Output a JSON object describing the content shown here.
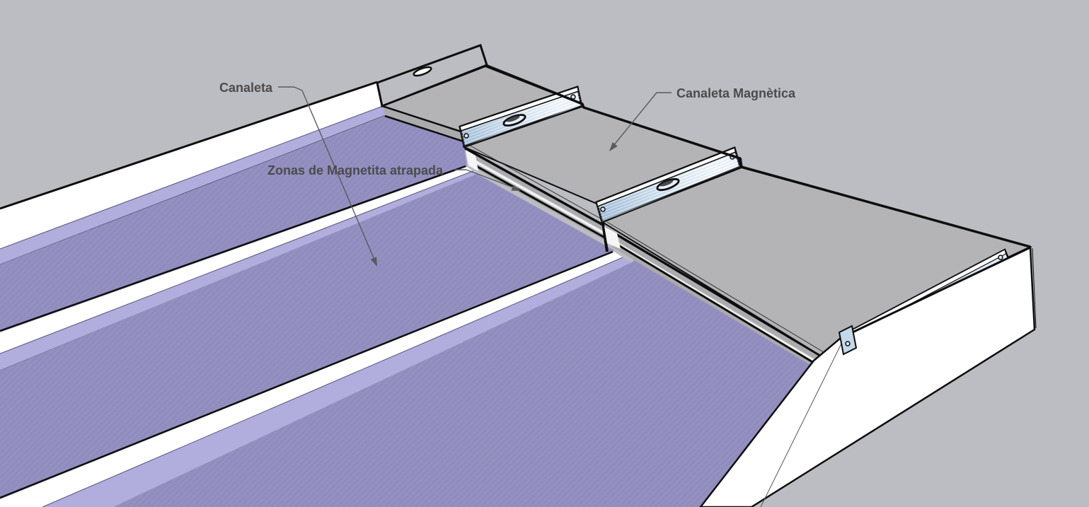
{
  "labels": {
    "canaleta": "Canaleta",
    "canaleta_magnetica": "Canaleta Magnètica",
    "zonas_magnetita": "Zonas de Magnetita atrapada"
  },
  "colors": {
    "background": "#bcbdc2",
    "channel_purple": "#908dbe",
    "channel_purple_light": "#b1aedd",
    "purple_edge": "#56537d",
    "rail_white": "#ffffff",
    "tray_gray": "#b4b4b7",
    "apron_gray": "#ababad",
    "magnet_blue_deep": "#9fbbd6",
    "magnet_blue_mid": "#d4e3f0",
    "magnet_blue_light": "#f4f8fc",
    "outline_black": "#0e0e0e",
    "label_text": "#4b4b4d",
    "leader_line": "#5a5a5c"
  }
}
